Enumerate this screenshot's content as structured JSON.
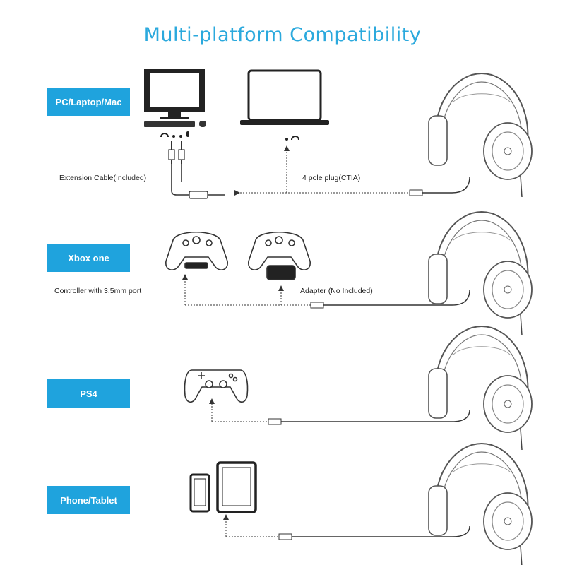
{
  "title": "Multi-platform Compatibility",
  "sections": [
    {
      "label": "PC/Laptop/Mac"
    },
    {
      "label": "Xbox one"
    },
    {
      "label": "PS4"
    },
    {
      "label": "Phone/Tablet"
    }
  ],
  "notes": {
    "extension_cable": "Extension Cable(Included)",
    "four_pole_plug": "4 pole plug(CTIA)",
    "controller_port": "Controller with 3.5mm port",
    "adapter": "Adapter (No Included)"
  },
  "colors": {
    "accent": "#1fa3dd",
    "title": "#2ba9dd",
    "line": "#333333"
  }
}
